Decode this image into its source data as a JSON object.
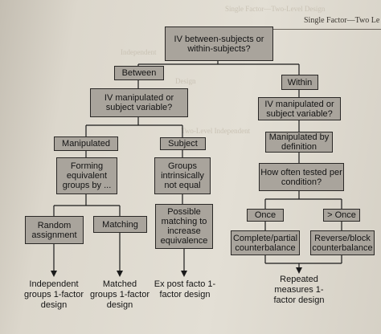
{
  "header": {
    "running_head": "Single Factor—Two Le"
  },
  "background_text": [
    "Design",
    "Independent",
    "Two-Level Independent",
    "Single Factor—Two-Level Design"
  ],
  "flowchart": {
    "root": "IV between-subjects or within-subjects?",
    "between_label": "Between",
    "within_label": "Within",
    "between_question": "IV manipulated or subject variable?",
    "within_question": "IV manipulated or subject variable?",
    "manipulated_label": "Manipulated",
    "subject_label": "Subject",
    "manipulated_by_definition": "Manipulated by definition",
    "forming_groups": "Forming equivalent groups by ...",
    "groups_not_equal": "Groups intrinsically not equal",
    "possible_matching": "Possible matching to increase equivalence",
    "how_often": "How often tested per condition?",
    "random_assignment": "Random assignment",
    "matching": "Matching",
    "once": "Once",
    "more_than_once": "> Once",
    "complete_partial": "Complete/partial counterbalance",
    "reverse_block": "Reverse/block counterbalance",
    "outcomes": {
      "independent": "Independent groups 1-factor design",
      "matched": "Matched groups 1-factor design",
      "ex_post_facto": "Ex post facto 1-factor design",
      "repeated": "Repeated measures 1-factor design"
    }
  }
}
